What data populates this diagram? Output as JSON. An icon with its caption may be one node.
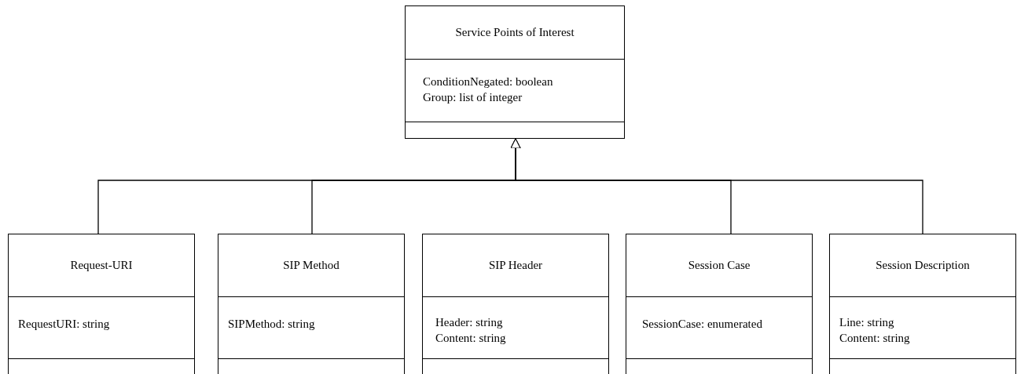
{
  "diagram": {
    "nodes": [
      {
        "text": [
          "Service Points of Interest",
          "ConditionNegated: boolean",
          "Group: list of integer"
        ]
      },
      {
        "text": [
          "Request-URI",
          "RequestURI: string"
        ]
      },
      {
        "text": [
          "SIP Method",
          "SIPMethod: string"
        ]
      },
      {
        "text": [
          "SIP Header",
          "Header: string",
          "Content: string"
        ]
      },
      {
        "text": [
          "Session Case",
          "SessionCase: enumerated"
        ]
      },
      {
        "text": [
          "Session Description",
          "Line: string",
          "Content: string"
        ]
      }
    ],
    "edges": [
      {
        "from": 1,
        "to": 0,
        "arrow": "to"
      },
      {
        "from": 2,
        "to": 0,
        "arrow": "to"
      },
      {
        "from": 4,
        "to": 0,
        "arrow": "to"
      },
      {
        "from": 5,
        "to": 0,
        "arrow": "to"
      }
    ]
  }
}
